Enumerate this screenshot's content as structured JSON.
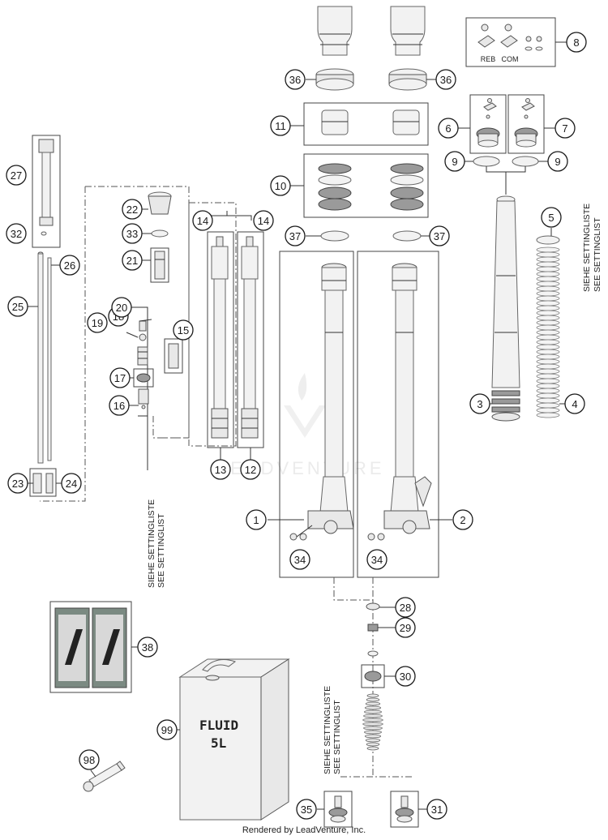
{
  "callouts": [
    {
      "id": "1",
      "label": "1"
    },
    {
      "id": "2",
      "label": "2"
    },
    {
      "id": "3",
      "label": "3"
    },
    {
      "id": "4",
      "label": "4"
    },
    {
      "id": "5",
      "label": "5"
    },
    {
      "id": "6",
      "label": "6"
    },
    {
      "id": "7",
      "label": "7"
    },
    {
      "id": "8",
      "label": "8"
    },
    {
      "id": "9a",
      "label": "9"
    },
    {
      "id": "9b",
      "label": "9"
    },
    {
      "id": "10",
      "label": "10"
    },
    {
      "id": "11",
      "label": "11"
    },
    {
      "id": "12",
      "label": "12"
    },
    {
      "id": "13",
      "label": "13"
    },
    {
      "id": "14a",
      "label": "14"
    },
    {
      "id": "14b",
      "label": "14"
    },
    {
      "id": "15",
      "label": "15"
    },
    {
      "id": "16",
      "label": "16"
    },
    {
      "id": "17",
      "label": "17"
    },
    {
      "id": "18",
      "label": "18"
    },
    {
      "id": "19",
      "label": "19"
    },
    {
      "id": "20",
      "label": "20"
    },
    {
      "id": "21",
      "label": "21"
    },
    {
      "id": "22",
      "label": "22"
    },
    {
      "id": "23",
      "label": "23"
    },
    {
      "id": "24",
      "label": "24"
    },
    {
      "id": "25",
      "label": "25"
    },
    {
      "id": "26",
      "label": "26"
    },
    {
      "id": "27",
      "label": "27"
    },
    {
      "id": "28",
      "label": "28"
    },
    {
      "id": "29",
      "label": "29"
    },
    {
      "id": "30",
      "label": "30"
    },
    {
      "id": "31",
      "label": "31"
    },
    {
      "id": "32",
      "label": "32"
    },
    {
      "id": "33",
      "label": "33"
    },
    {
      "id": "34a",
      "label": "34"
    },
    {
      "id": "34b",
      "label": "34"
    },
    {
      "id": "35",
      "label": "35"
    },
    {
      "id": "36a",
      "label": "36"
    },
    {
      "id": "36b",
      "label": "36"
    },
    {
      "id": "37a",
      "label": "37"
    },
    {
      "id": "37b",
      "label": "37"
    },
    {
      "id": "38",
      "label": "38"
    },
    {
      "id": "98",
      "label": "98"
    },
    {
      "id": "99",
      "label": "99"
    }
  ],
  "labels": {
    "setting_de": "SIEHE SETTINGLISTE",
    "setting_en": "SEE SETTINGLIST",
    "reb": "REB",
    "com": "COM",
    "can_line1": "FLUID",
    "can_line2": "5L",
    "watermark": "LEADVENTURE"
  },
  "footer": "Rendered by LeadVenture, Inc."
}
